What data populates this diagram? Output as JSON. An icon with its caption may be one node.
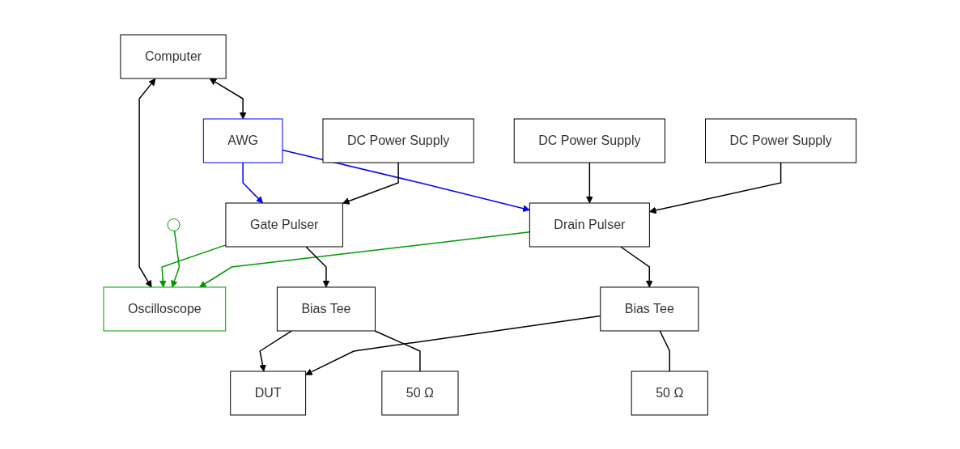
{
  "diagram": {
    "nodes": [
      {
        "text": [
          "Computer"
        ]
      },
      {
        "text": [
          "AWG"
        ]
      },
      {
        "text": [
          "Oscilloscope"
        ]
      },
      {
        "text": [
          "Gate Pulser"
        ]
      },
      {
        "text": [
          "Bias Tee"
        ]
      },
      {
        "text": [
          "DUT"
        ]
      },
      {
        "text": [
          "Bias Tee"
        ]
      },
      {
        "text": [],
        "shape": "ellipse"
      },
      {
        "text": [
          "Drain Pulser"
        ]
      },
      {
        "text": [
          "DC Power Supply"
        ]
      },
      {
        "text": [
          "50 Ω"
        ]
      },
      {
        "text": [
          "50 Ω"
        ]
      },
      {
        "text": [
          "DC Power Supply"
        ]
      },
      {
        "text": [
          "DC Power Supply"
        ]
      }
    ],
    "edges": [
      {
        "from": 0,
        "to": 1,
        "arrow": "both"
      },
      {
        "from": 0,
        "to": 2,
        "arrow": "both"
      },
      {
        "from": 1,
        "to": 3,
        "arrow": "to",
        "color": "#0000ff"
      },
      {
        "from": 1,
        "to": 8,
        "arrow": "to",
        "color": "#0000ff"
      },
      {
        "from": 3,
        "to": 2,
        "arrow": "to",
        "color": "#009900"
      },
      {
        "from": 7,
        "to": 2,
        "arrow": "to",
        "color": "#009900"
      },
      {
        "from": 8,
        "to": 2,
        "arrow": "to",
        "color": "#009900"
      },
      {
        "from": 3,
        "to": 4,
        "arrow": "to"
      },
      {
        "from": 4,
        "to": 5,
        "arrow": "to"
      },
      {
        "from": 6,
        "to": 5,
        "arrow": "to"
      },
      {
        "from": 8,
        "to": 6,
        "arrow": "to"
      },
      {
        "from": 4,
        "to": 10,
        "arrow": "none"
      },
      {
        "from": 6,
        "to": 11,
        "arrow": "none"
      },
      {
        "from": 9,
        "to": 8,
        "arrow": "to"
      },
      {
        "from": 12,
        "to": 3,
        "arrow": "to"
      },
      {
        "from": 13,
        "to": 8,
        "arrow": "to"
      }
    ]
  }
}
